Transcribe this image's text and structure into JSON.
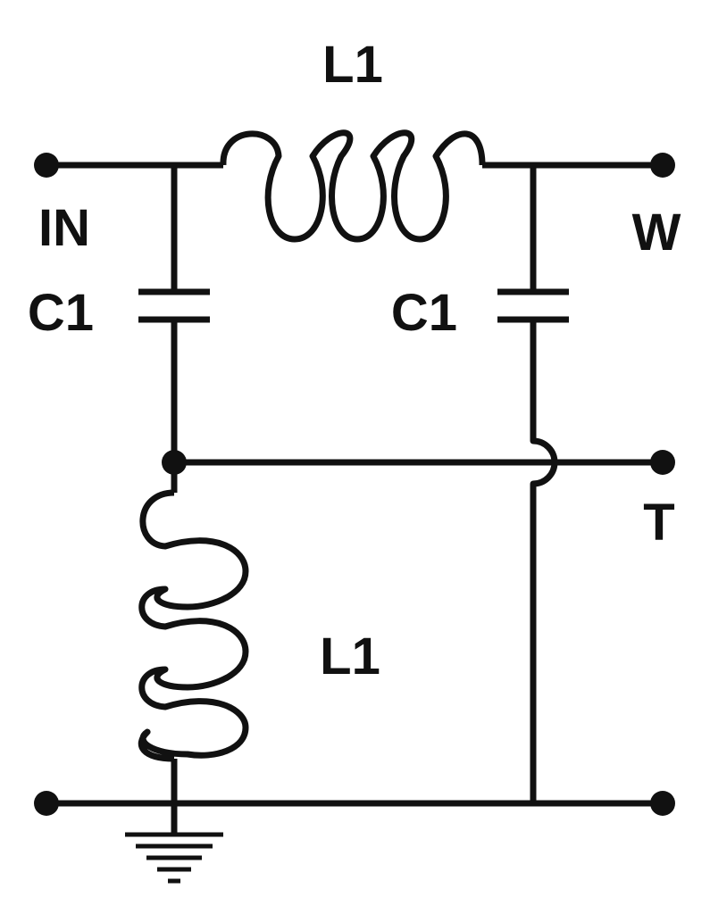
{
  "diagram": {
    "type": "circuit-schematic",
    "colors": {
      "ink": "#111111",
      "background": "#ffffff"
    },
    "labels": {
      "top_inductor": "L1",
      "bottom_inductor": "L1",
      "left_capacitor": "C1",
      "right_capacitor": "C1",
      "input_terminal": "IN",
      "w_terminal": "W",
      "t_terminal": "T"
    },
    "components": [
      {
        "kind": "inductor",
        "label": "L1",
        "orientation": "horizontal",
        "turns": 3
      },
      {
        "kind": "capacitor",
        "label": "C1",
        "orientation": "vertical"
      },
      {
        "kind": "capacitor",
        "label": "C1",
        "orientation": "vertical"
      },
      {
        "kind": "inductor",
        "label": "L1",
        "orientation": "vertical",
        "turns": 3
      },
      {
        "kind": "ground"
      }
    ],
    "terminals": [
      "IN",
      "W",
      "T",
      "ground"
    ]
  }
}
